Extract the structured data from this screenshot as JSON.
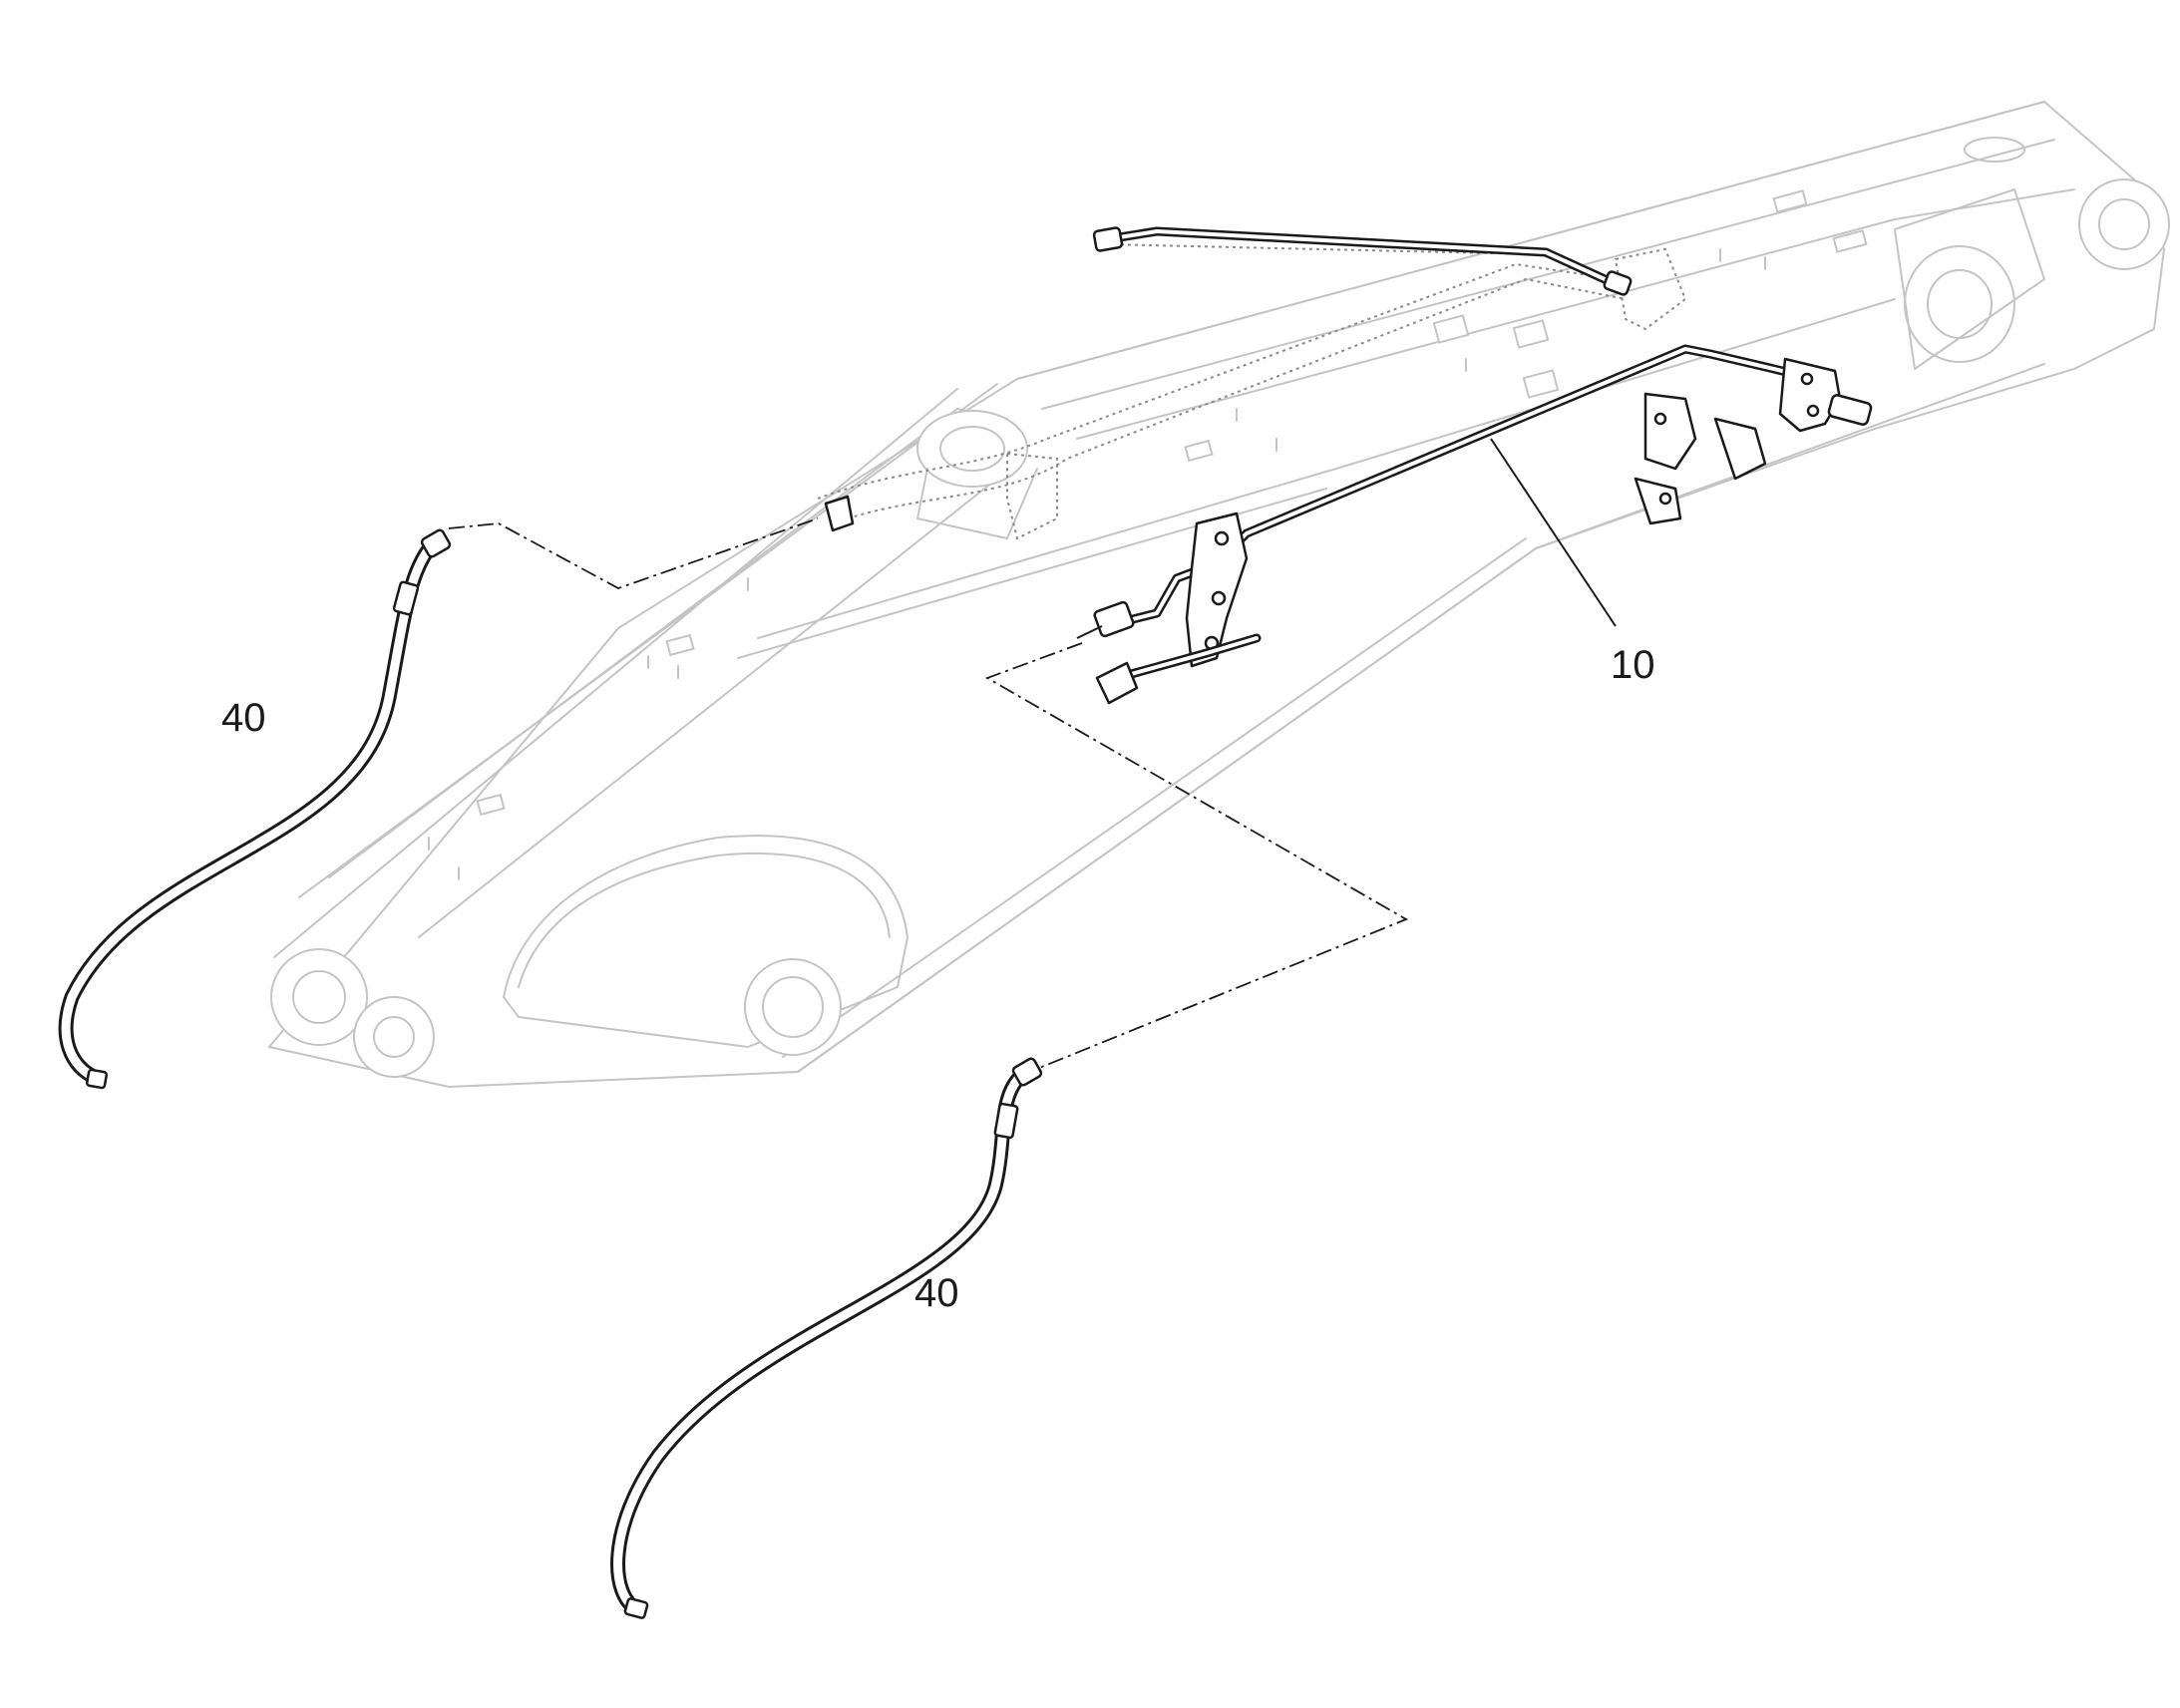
{
  "callouts": {
    "pipe_assembly": "10",
    "hose_upper": "40",
    "hose_lower": "40"
  }
}
